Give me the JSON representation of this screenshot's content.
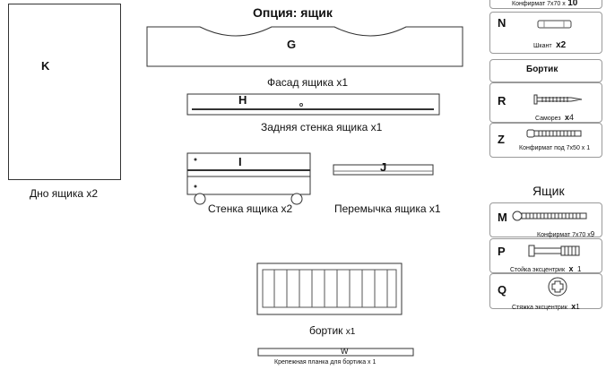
{
  "title": "Опция: ящик",
  "parts": {
    "k": {
      "letter": "K",
      "caption": "Дно ящика x2"
    },
    "g": {
      "letter": "G",
      "caption": "Фасад ящика  x1"
    },
    "h": {
      "letter": "H",
      "caption": "Задняя стенка ящика x1"
    },
    "i": {
      "letter": "I",
      "caption": "Стенка ящика x2"
    },
    "j": {
      "letter": "J",
      "caption": "Перемычка ящика x1"
    },
    "bortik": {
      "caption": "бортик",
      "count": "x1"
    },
    "w": {
      "letter": "W",
      "caption": "Крепежная планка для бортика x 1"
    }
  },
  "right_panel": {
    "top_item": {
      "text": "Конфирмат 7x70 x",
      "count": "10"
    },
    "n": {
      "letter": "N",
      "text": "Шкант",
      "count": "x2"
    },
    "bortik_header": "Бортик",
    "r": {
      "letter": "R",
      "text": "Саморез",
      "x": "x",
      "count": "4"
    },
    "z": {
      "letter": "Z",
      "text": "Конфирмат под 7x50 x 1"
    },
    "drawer_header": "Ящик",
    "m": {
      "letter": "M",
      "text": "Конфирмат 7x70 x",
      "count": "9"
    },
    "p": {
      "letter": "P",
      "text": "Стойка эксцентрик",
      "x": "x",
      "count": "1"
    },
    "q": {
      "letter": "Q",
      "text": "Стяжка эксцентрик",
      "x": "x",
      "count": "1"
    }
  }
}
